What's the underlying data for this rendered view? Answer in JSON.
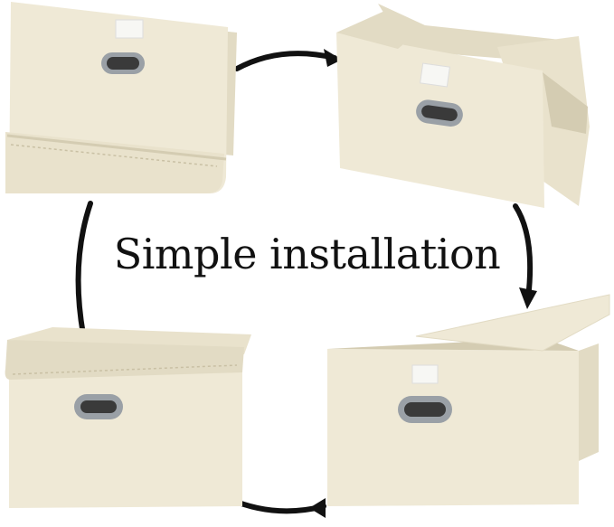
{
  "headline": "Simple installation",
  "colors": {
    "fabric": "#efe9d6",
    "fabric_shade": "#e2dbc4",
    "fabric_dark": "#d4ccb2",
    "stitch": "#c9c0a4",
    "arrow": "#111111",
    "label_patch": "#f7f7f4",
    "handle_metal": "#9aa0a6"
  },
  "steps": [
    {
      "name": "folded-flat"
    },
    {
      "name": "unfolding-box"
    },
    {
      "name": "attaching-lid"
    },
    {
      "name": "assembled-box"
    }
  ],
  "icons": [
    "cycle-arrow-icon"
  ]
}
